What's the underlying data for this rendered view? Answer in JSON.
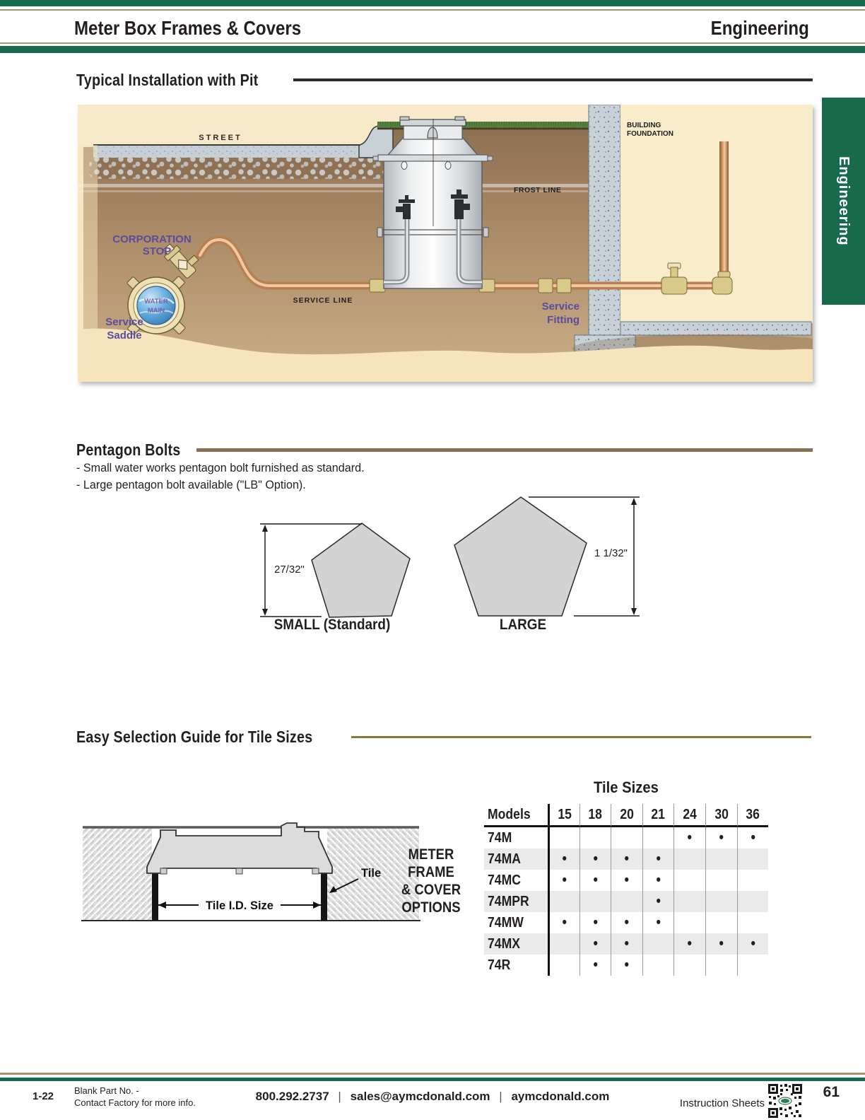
{
  "header": {
    "title": "Meter Box Frames & Covers",
    "category": "Engineering"
  },
  "side_tab": {
    "label": "Engineering"
  },
  "installation": {
    "heading": "Typical Installation with Pit",
    "labels": {
      "street": "STREET",
      "building_foundation_1": "BUILDING",
      "building_foundation_2": "FOUNDATION",
      "frost_line": "FROST LINE",
      "corporation_stop_1": "CORPORATION",
      "corporation_stop_2": "STOP",
      "service_saddle_1": "Service",
      "service_saddle_2": "Saddle",
      "service_line": "SERVICE LINE",
      "service_fitting_1": "Service",
      "service_fitting_2": "Fitting",
      "water_main_1": "WATER",
      "water_main_2": "MAIN"
    }
  },
  "pentagon_bolts": {
    "heading": "Pentagon Bolts",
    "bullets": [
      "- Small water works pentagon bolt furnished as standard.",
      "- Large pentagon bolt available (\"LB\" Option)."
    ],
    "small": {
      "dimension": "27/32\"",
      "label": "SMALL (Standard)"
    },
    "large": {
      "dimension": "1 1/32\"",
      "label": "LARGE"
    }
  },
  "tile_guide": {
    "heading": "Easy Selection Guide for Tile Sizes",
    "diagram": {
      "tile_label": "Tile",
      "id_size_label": "Tile I.D. Size"
    },
    "side_label": [
      "METER",
      "FRAME",
      "& COVER",
      "OPTIONS"
    ],
    "table": {
      "title": "Tile Sizes",
      "model_header": "Models",
      "size_headers": [
        "15",
        "18",
        "20",
        "21",
        "24",
        "30",
        "36"
      ],
      "dot_char": "•",
      "rows": [
        {
          "model": "74M",
          "dots": [
            false,
            false,
            false,
            false,
            true,
            true,
            true
          ]
        },
        {
          "model": "74MA",
          "dots": [
            true,
            true,
            true,
            true,
            false,
            false,
            false
          ]
        },
        {
          "model": "74MC",
          "dots": [
            true,
            true,
            true,
            true,
            false,
            false,
            false
          ]
        },
        {
          "model": "74MPR",
          "dots": [
            false,
            false,
            false,
            true,
            false,
            false,
            false
          ]
        },
        {
          "model": "74MW",
          "dots": [
            true,
            true,
            true,
            true,
            false,
            false,
            false
          ]
        },
        {
          "model": "74MX",
          "dots": [
            false,
            true,
            true,
            false,
            true,
            true,
            true
          ]
        },
        {
          "model": "74R",
          "dots": [
            false,
            true,
            true,
            false,
            false,
            false,
            false
          ]
        }
      ]
    }
  },
  "footer": {
    "edition": "1-22",
    "note_line1": "Blank Part No. -",
    "note_line2": "Contact Factory for more info.",
    "phone": "800.292.2737",
    "separator": "|",
    "email": "sales@aymcdonald.com",
    "website": "aymcdonald.com",
    "instruction": "Instruction Sheets",
    "page_number": "61"
  },
  "colors": {
    "green": "#176A4B",
    "tan_rule": "#A79468",
    "brown_rule": "#8C6F50",
    "olive_rule": "#8A7A3A",
    "purple_label": "#5B4B9E"
  }
}
